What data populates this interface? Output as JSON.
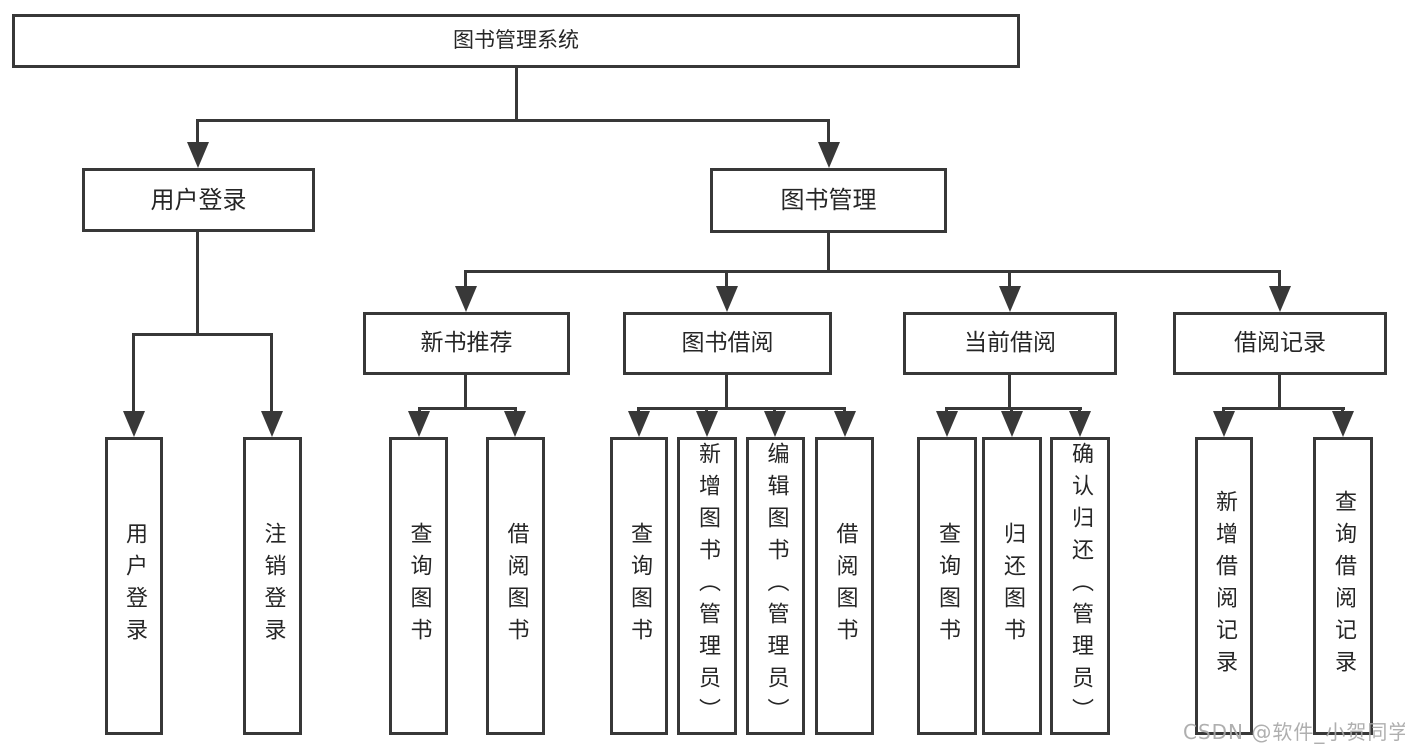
{
  "watermark": "CSDN @软件_小贺同学",
  "colors": {
    "line": "#383838",
    "box_border": "#383838",
    "box_bg": "#ffffff",
    "text": "#262626",
    "watermark": "#a8a8a8"
  },
  "nodes": {
    "root": {
      "label": "图书管理系统"
    },
    "user_login": {
      "label": "用户登录"
    },
    "book_mgmt": {
      "label": "图书管理"
    },
    "new_book_rec": {
      "label": "新书推荐"
    },
    "book_borrow": {
      "label": "图书借阅"
    },
    "current_borrow": {
      "label": "当前借阅"
    },
    "borrow_records": {
      "label": "借阅记录"
    },
    "user_login_leaf": {
      "label": "用户登录"
    },
    "logout": {
      "label": "注销登录"
    },
    "rec_query_books": {
      "label": "查询图书"
    },
    "rec_borrow_books": {
      "label": "借阅图书"
    },
    "bb_query_books": {
      "label": "查询图书"
    },
    "bb_add_books": {
      "label": "新增图书（管理员）"
    },
    "bb_edit_books": {
      "label": "编辑图书（管理员）"
    },
    "bb_borrow_books": {
      "label": "借阅图书"
    },
    "cb_query_books": {
      "label": "查询图书"
    },
    "cb_return_books": {
      "label": "归还图书"
    },
    "cb_confirm_return": {
      "label": "确认归还（管理员）"
    },
    "br_add_record": {
      "label": "新增借阅记录"
    },
    "br_query_record": {
      "label": "查询借阅记录"
    }
  },
  "hierarchy": {
    "root": "图书管理系统",
    "children": [
      {
        "label": "用户登录",
        "children": [
          "用户登录",
          "注销登录"
        ]
      },
      {
        "label": "图书管理",
        "children": [
          {
            "label": "新书推荐",
            "children": [
              "查询图书",
              "借阅图书"
            ]
          },
          {
            "label": "图书借阅",
            "children": [
              "查询图书",
              "新增图书（管理员）",
              "编辑图书（管理员）",
              "借阅图书"
            ]
          },
          {
            "label": "当前借阅",
            "children": [
              "查询图书",
              "归还图书",
              "确认归还（管理员）"
            ]
          },
          {
            "label": "借阅记录",
            "children": [
              "新增借阅记录",
              "查询借阅记录"
            ]
          }
        ]
      }
    ]
  }
}
